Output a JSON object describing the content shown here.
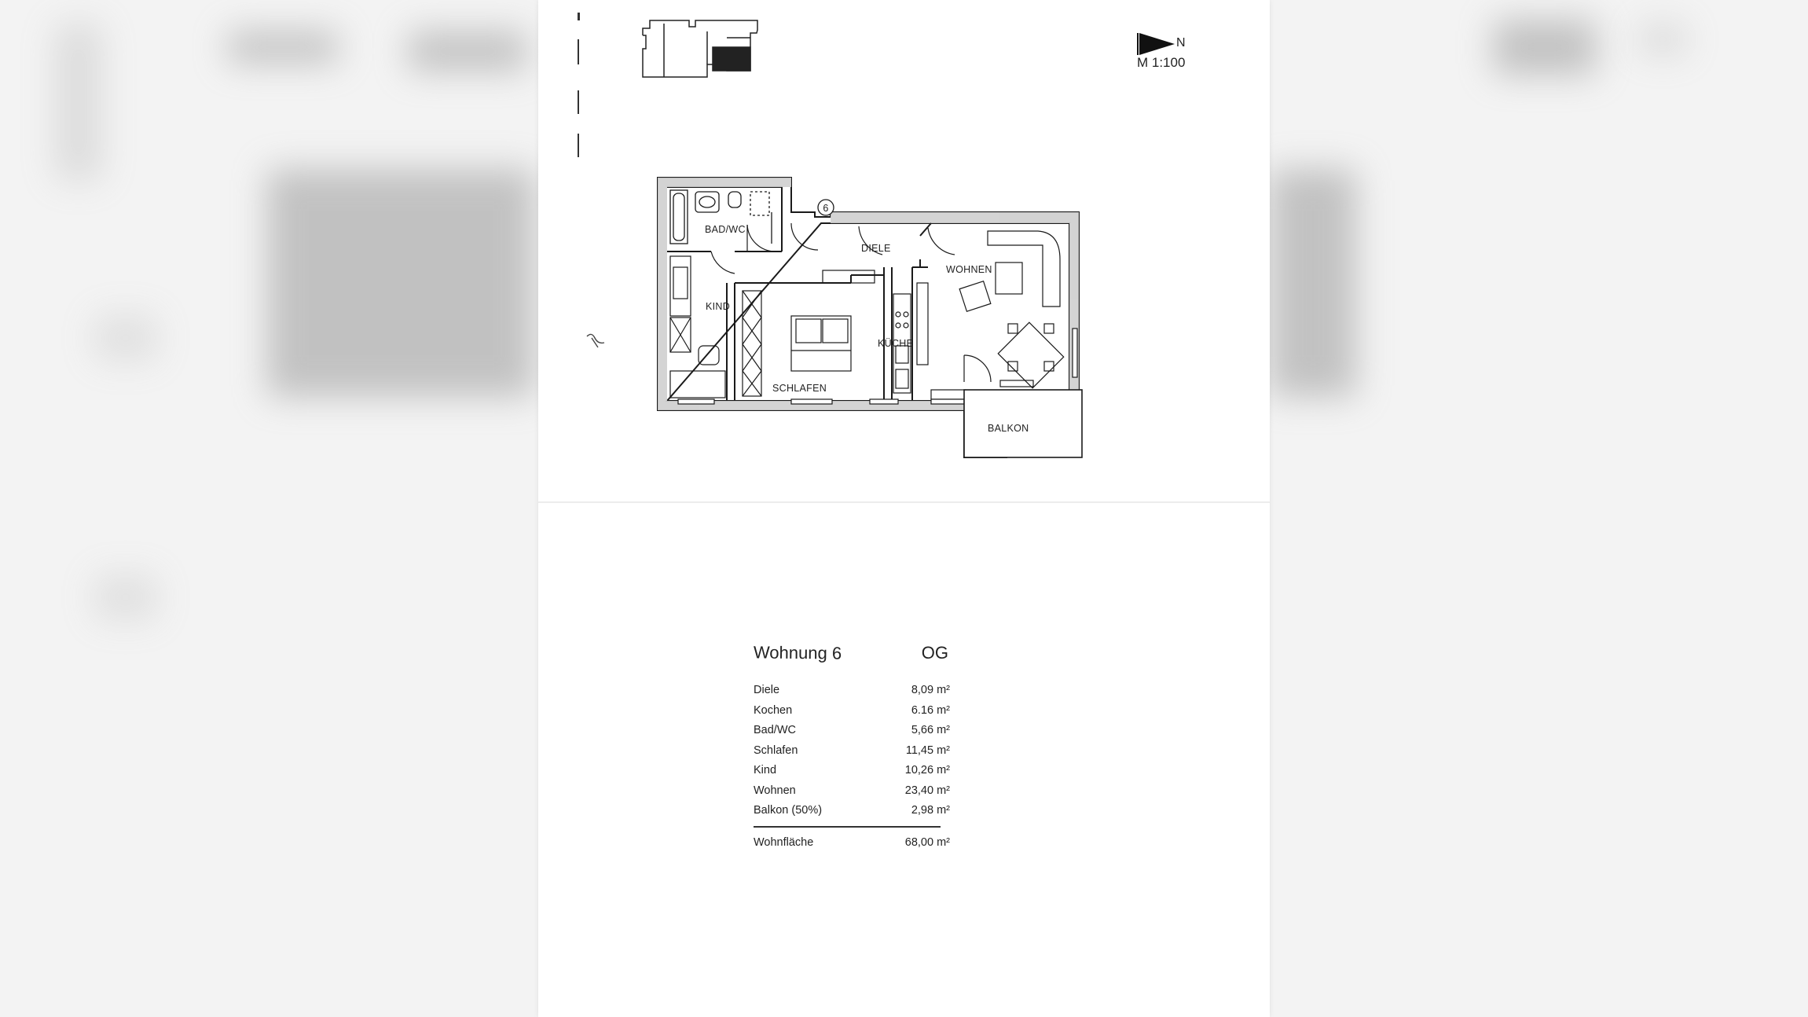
{
  "plan": {
    "scale": "M 1:100",
    "north_label": "N",
    "unit_number": "6",
    "rooms": {
      "bad_wc": "BAD/WC",
      "diele": "DIELE",
      "wohnen": "WOHNEN",
      "kind": "KIND",
      "kueche": "KÜCHE",
      "schlafen": "SCHLAFEN",
      "balkon": "BALKON"
    }
  },
  "area_table": {
    "title": "Wohnung 6",
    "floor": "OG",
    "unit": "m²",
    "rows": [
      {
        "label": "Diele",
        "value": "8,09 m²"
      },
      {
        "label": "Kochen",
        "value": "6.16 m²"
      },
      {
        "label": "Bad/WC",
        "value": "5,66 m²"
      },
      {
        "label": "Schlafen",
        "value": "11,45 m²"
      },
      {
        "label": "Kind",
        "value": "10,26 m²"
      },
      {
        "label": "Wohnen",
        "value": "23,40 m²"
      },
      {
        "label": "Balkon (50%)",
        "value": "2,98 m²"
      }
    ],
    "total": {
      "label": "Wohnfläche",
      "value": "68,00 m²"
    }
  }
}
